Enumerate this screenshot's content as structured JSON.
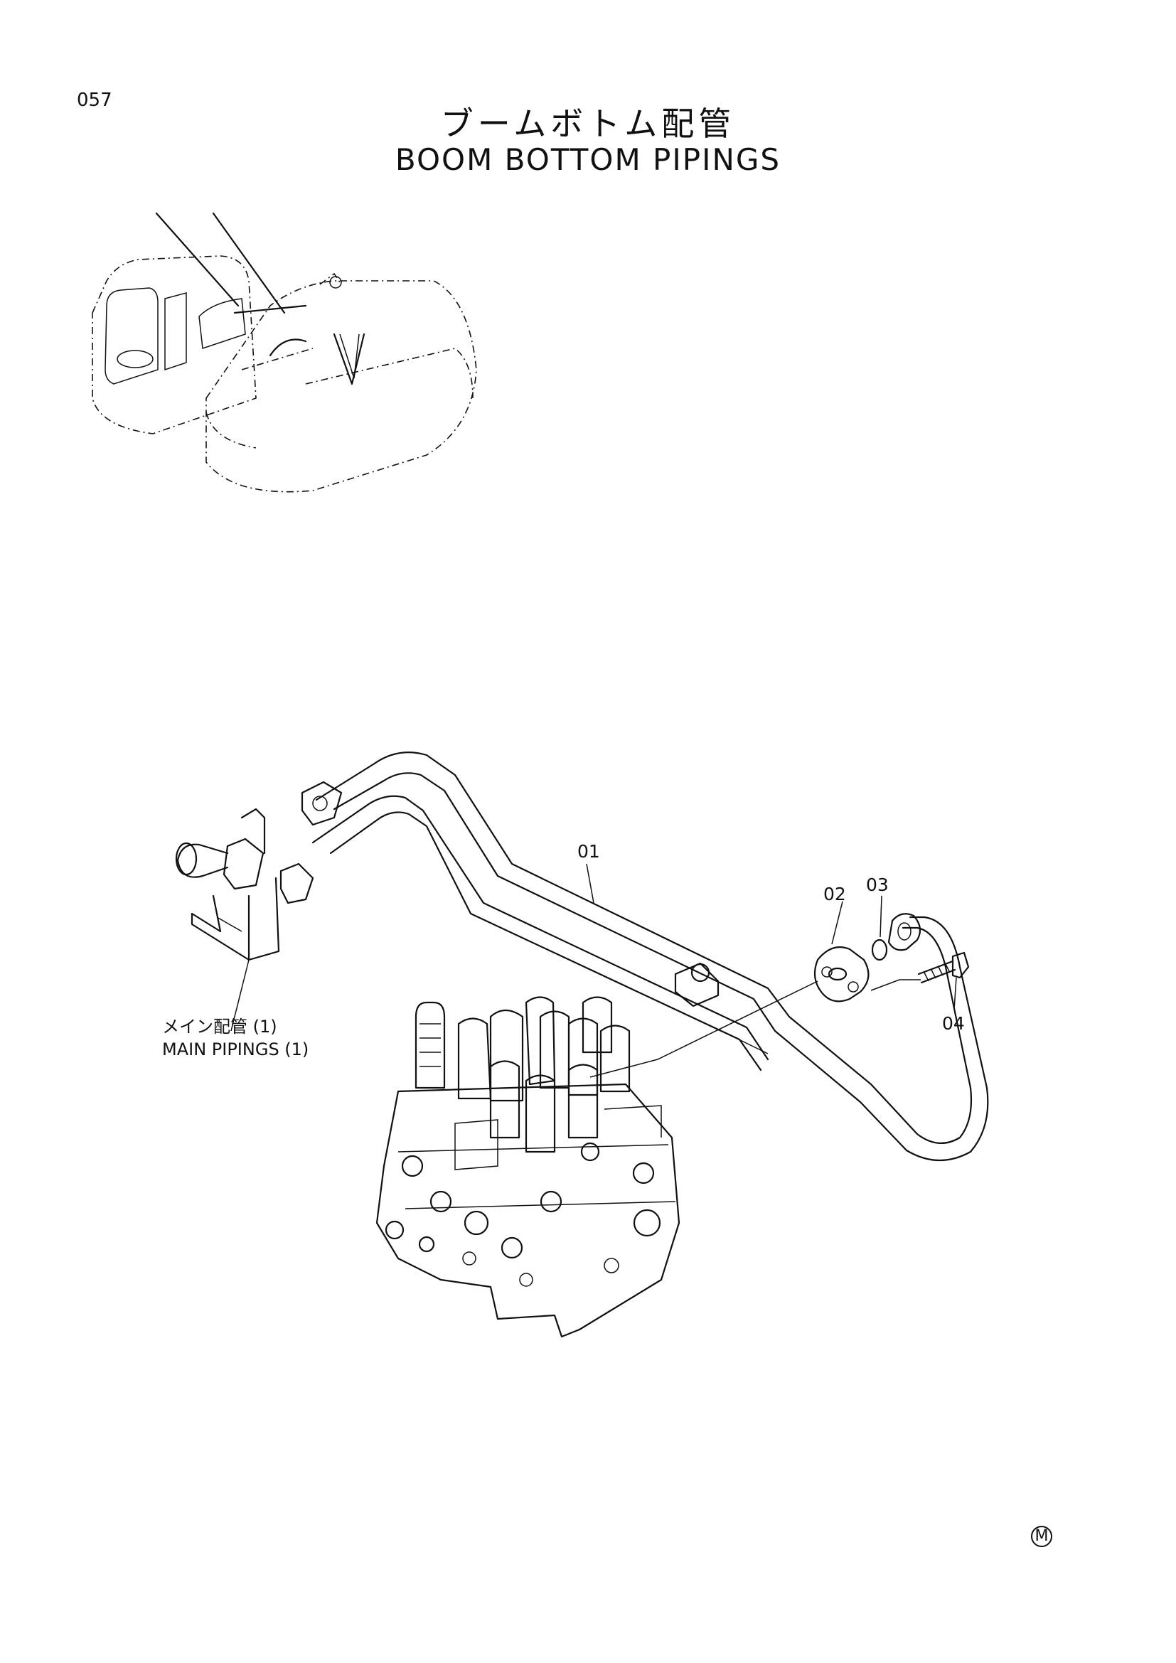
{
  "page_number": "057",
  "title_jp": "ブームボトム配管",
  "title_en": "BOOM BOTTOM PIPINGS",
  "callouts": [
    "01",
    "02",
    "03",
    "04"
  ],
  "main_pipings_note": {
    "jp": "メイン配管 (1)",
    "en": "MAIN PIPINGS (1)"
  },
  "corner_mark": "M"
}
